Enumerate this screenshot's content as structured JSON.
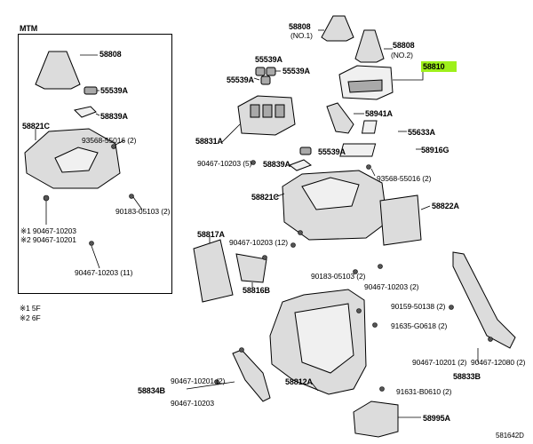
{
  "mtm_label": "MTM",
  "footnotes": [
    "※1 5F",
    "※2 6F"
  ],
  "catalog_code": "581642D",
  "labels": {
    "l58808_mtm": "58808",
    "l55539a_mtm": "55539A",
    "l58839a_mtm": "58839A",
    "l58821c_mtm": "58821C",
    "l93568_mtm": "93568-55016 (2)",
    "l90183_mtm": "90183-05103 (2)",
    "l90467_10203_mtm_a": "※1 90467-10203",
    "l90467_10201_mtm": "※2 90467-10201",
    "l90467_10203_11": "90467-10203 (11)",
    "l58808_no1": "58808",
    "l58808_no1_sub": "(NO.1)",
    "l58808_no2": "58808",
    "l58808_no2_sub": "(NO.2)",
    "l58810": "58810",
    "l55539a_top1": "55539A",
    "l55539a_top2": "55539A",
    "l55539a_top3": "55539A",
    "l58941a": "58941A",
    "l55633a": "55633A",
    "l58916g": "58916G",
    "l58831a": "58831A",
    "l90467_10203_5": "90467-10203 (5)",
    "l55539a_mid": "55539A",
    "l58839a_mid": "58839A",
    "l93568_mid": "93568-55016 (2)",
    "l58821c_mid": "58821C",
    "l58822a": "58822A",
    "l58817a": "58817A",
    "l90467_10203_12": "90467-10203 (12)",
    "l58816b": "58816B",
    "l90183_mid": "90183-05103 (2)",
    "l90467_10203_2": "90467-10203 (2)",
    "l90159": "90159-50138 (2)",
    "l91635": "91635-G0618 (2)",
    "l58812a": "58812A",
    "l90467_10201_r": "90467-10201 (2)",
    "l90467_12080": "90467-12080 (2)",
    "l58833b": "58833B",
    "l58834b": "58834B",
    "l90467_10201_l": "90467-10201 (2)",
    "l90467_10203_l": "90467-10203",
    "l91631": "91631-B0610 (2)",
    "l58995a": "58995A"
  },
  "colors": {
    "highlight": "#9ef01a",
    "part_fill": "#dcdcdc",
    "line": "#000000"
  }
}
